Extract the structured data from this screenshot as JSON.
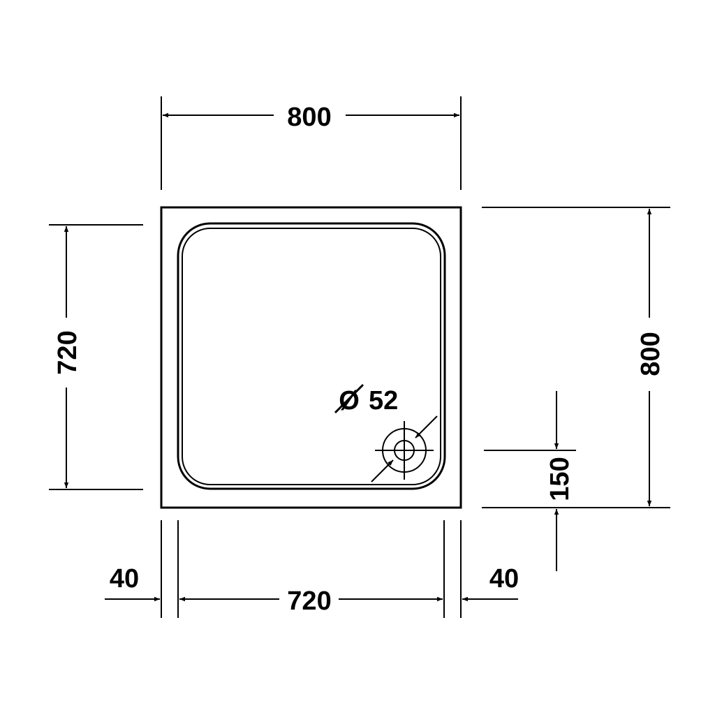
{
  "dimensions": {
    "top_width": "800",
    "right_height": "800",
    "left_inner_height": "720",
    "bottom_inner_width": "720",
    "left_rim": "40",
    "right_rim": "40",
    "drain_offset": "150",
    "drain_diameter": "52",
    "diameter_symbol": "Ø"
  },
  "colors": {
    "line": "#000000",
    "background": "#ffffff"
  }
}
